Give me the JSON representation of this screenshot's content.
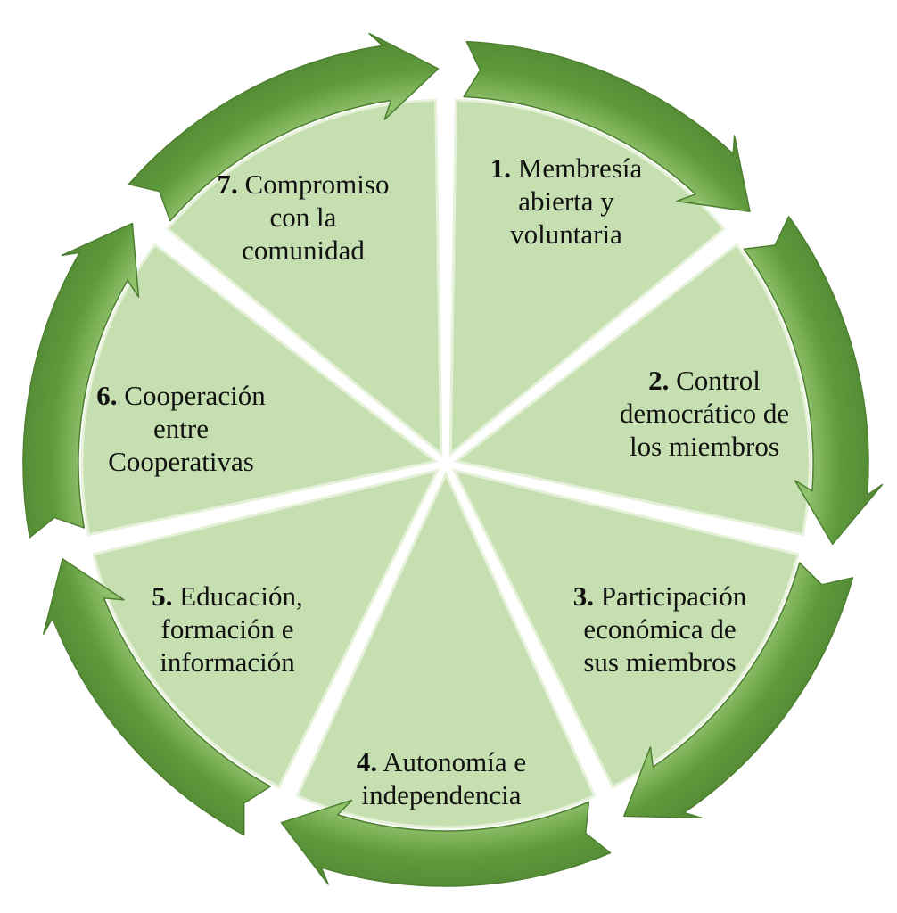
{
  "colors": {
    "segment_fill": "#c6dfb0",
    "segment_edge": "#e6f1da",
    "arrow_dark": "#4d7f30",
    "arrow_mid": "#5e9a3c",
    "arrow_light": "#8fc06a"
  },
  "principles": [
    {
      "number": "1.",
      "text": "Membresía abierta y voluntaria",
      "lines": [
        "Membresía",
        "abierta y",
        "voluntaria"
      ]
    },
    {
      "number": "2.",
      "text": "Control democrático de los miembros",
      "lines": [
        "Control",
        "democrático de",
        "los miembros"
      ]
    },
    {
      "number": "3.",
      "text": "Participación económica de sus miembros",
      "lines": [
        "Participación",
        "económica de",
        "sus miembros"
      ]
    },
    {
      "number": "4.",
      "text": "Autonomía e independencia",
      "lines": [
        "Autonomía e",
        "independencia"
      ]
    },
    {
      "number": "5.",
      "text": "Educación, formación e información",
      "lines": [
        "Educación,",
        "formación e",
        "información"
      ]
    },
    {
      "number": "6.",
      "text": "Cooperación entre Cooperativas",
      "lines": [
        "Cooperación",
        "entre",
        "Cooperativas"
      ]
    },
    {
      "number": "7.",
      "text": "Compromiso con la comunidad",
      "lines": [
        "Compromiso",
        "con la",
        "comunidad"
      ]
    }
  ]
}
